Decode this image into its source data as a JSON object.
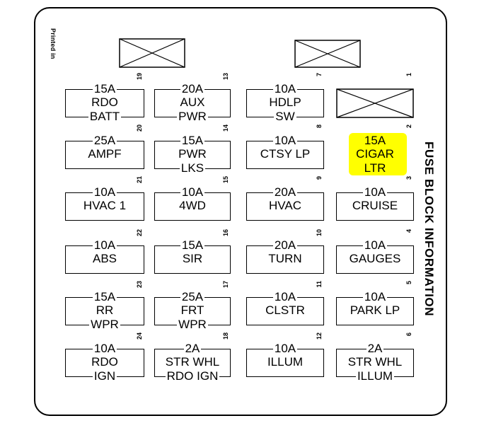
{
  "side_title": "FUSE BLOCK INFORMATION",
  "printed_label": "Printed in",
  "highlight_color": "#ffff00",
  "fuses": [
    {
      "num": "19",
      "amp": "15A",
      "name": "RDO",
      "low": "BATT"
    },
    {
      "num": "13",
      "amp": "20A",
      "name": "AUX",
      "low": "PWR"
    },
    {
      "num": "7",
      "amp": "10A",
      "name": "HDLP",
      "low": "SW"
    },
    {
      "num": "1",
      "amp": "",
      "name": "",
      "low": "",
      "empty": true
    },
    {
      "num": "20",
      "amp": "25A",
      "name": "AMPF",
      "low": ""
    },
    {
      "num": "14",
      "amp": "15A",
      "name": "PWR",
      "low": "LKS"
    },
    {
      "num": "8",
      "amp": "10A",
      "name": "CTSY LP",
      "low": ""
    },
    {
      "num": "2",
      "amp": "15A",
      "name": "CIGAR",
      "low": "LTR",
      "highlight": true
    },
    {
      "num": "21",
      "amp": "10A",
      "name": "HVAC 1",
      "low": ""
    },
    {
      "num": "15",
      "amp": "10A",
      "name": "4WD",
      "low": ""
    },
    {
      "num": "9",
      "amp": "20A",
      "name": "HVAC",
      "low": ""
    },
    {
      "num": "3",
      "amp": "10A",
      "name": "CRUISE",
      "low": ""
    },
    {
      "num": "22",
      "amp": "10A",
      "name": "ABS",
      "low": ""
    },
    {
      "num": "16",
      "amp": "15A",
      "name": "SIR",
      "low": ""
    },
    {
      "num": "10",
      "amp": "20A",
      "name": "TURN",
      "low": ""
    },
    {
      "num": "4",
      "amp": "10A",
      "name": "GAUGES",
      "low": ""
    },
    {
      "num": "23",
      "amp": "15A",
      "name": "RR",
      "low": "WPR"
    },
    {
      "num": "17",
      "amp": "25A",
      "name": "FRT",
      "low": "WPR"
    },
    {
      "num": "11",
      "amp": "10A",
      "name": "CLSTR",
      "low": ""
    },
    {
      "num": "5",
      "amp": "10A",
      "name": "PARK LP",
      "low": ""
    },
    {
      "num": "24",
      "amp": "10A",
      "name": "RDO",
      "low": "IGN"
    },
    {
      "num": "18",
      "amp": "2A",
      "name": "STR WHL",
      "low": "RDO IGN"
    },
    {
      "num": "12",
      "amp": "10A",
      "name": "ILLUM",
      "low": ""
    },
    {
      "num": "6",
      "amp": "2A",
      "name": "STR WHL",
      "low": "ILLUM"
    }
  ]
}
